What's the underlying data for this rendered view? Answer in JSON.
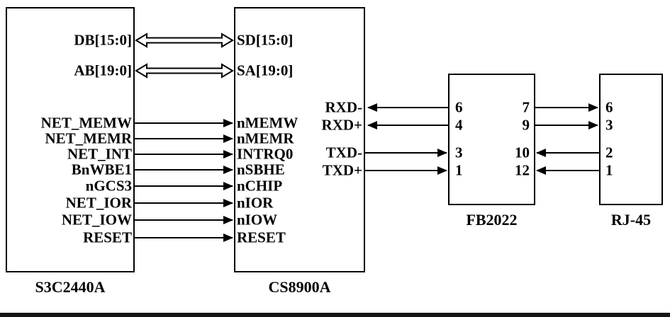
{
  "left_box": {
    "name": "S3C2440A",
    "bus_signals": [
      "DB[15:0]",
      "AB[19:0]"
    ],
    "control_signals": [
      "NET_MEMW",
      "NET_MEMR",
      "NET_INT",
      "BnWBE1",
      "nGCS3",
      "NET_IOR",
      "NET_IOW",
      "RESET"
    ]
  },
  "middle_box": {
    "name": "CS8900A",
    "bus_signals": [
      "SD[15:0]",
      "SA[19:0]"
    ],
    "control_signals": [
      "nMEMW",
      "nMEMR",
      "INTRQ0",
      "nSBHE",
      "nCHIP",
      "nIOR",
      "nIOW",
      "RESET"
    ],
    "serial_signals": [
      "RXD-",
      "RXD+",
      "TXD-",
      "TXD+"
    ]
  },
  "transformer_box": {
    "name": "FB2022",
    "left_pins": [
      "6",
      "4",
      "3",
      "1"
    ],
    "right_pins": [
      "7",
      "9",
      "10",
      "12"
    ]
  },
  "connector_box": {
    "name": "RJ-45",
    "pins": [
      "6",
      "3",
      "2",
      "1"
    ]
  }
}
